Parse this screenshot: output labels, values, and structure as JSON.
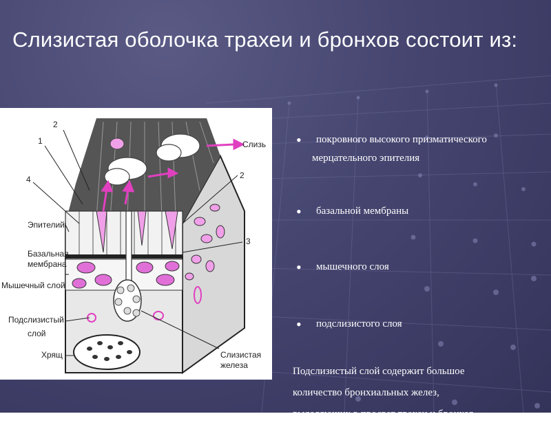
{
  "slide": {
    "title": "Слизистая оболочка трахеи и бронхов состоит из:",
    "bullets": [
      {
        "line1": "покровного высокого призматического",
        "line2": "мерцательного эпителия"
      },
      {
        "line1": "базальной мембраны"
      },
      {
        "line1": "мышечного слоя"
      },
      {
        "line1": "подслизистого слоя"
      }
    ],
    "note_lines": [
      "Подслизистый слой содержит большое",
      "количество бронхиальных желез,",
      "выделяющих в просвет трахеи и бронхов"
    ]
  },
  "figure": {
    "labels": {
      "mucus": "Слизь",
      "epithelium": "Эпителий",
      "basal1": "Базальная",
      "basal2": "мембрана",
      "muscle": "Мышечный слой",
      "submucosa1": "Подслизистый",
      "submucosa2": "слой",
      "cartilage": "Хрящ",
      "gland1": "Слизистая",
      "gland2": "железа",
      "n1": "1",
      "n2a": "2",
      "n2b": "2",
      "n3": "3",
      "n4": "4"
    }
  },
  "colors": {
    "background": "#454570",
    "accent_pink": "#e040c0",
    "text": "#ffffff"
  }
}
